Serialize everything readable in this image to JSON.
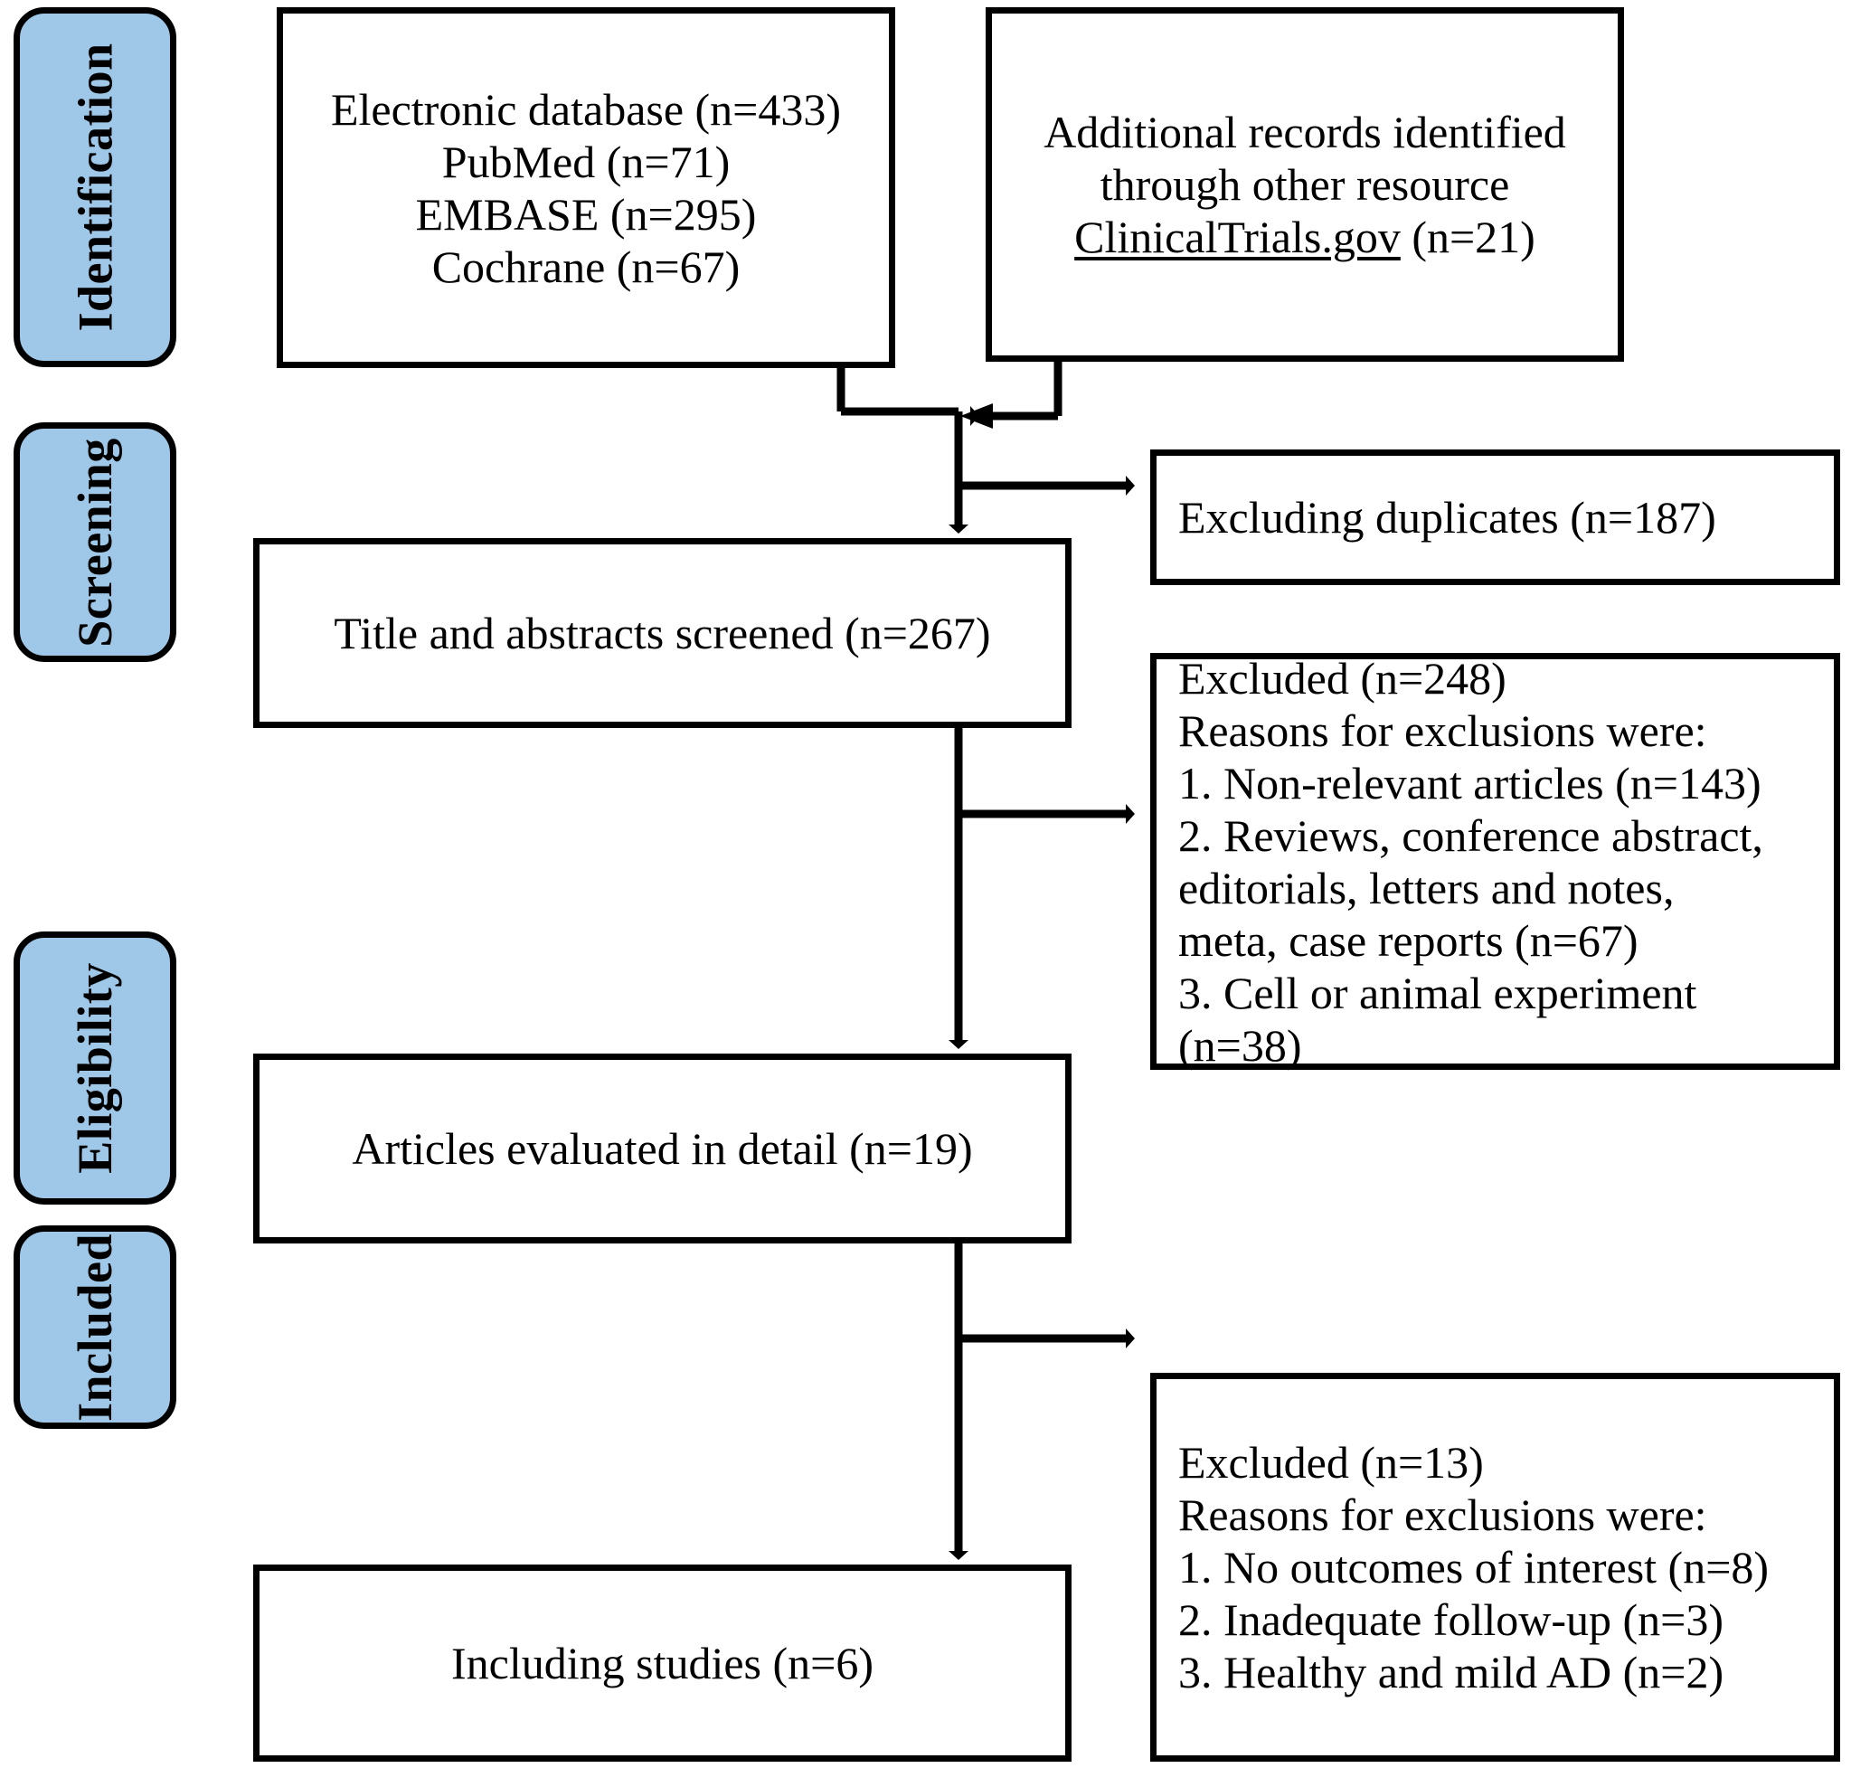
{
  "diagram": {
    "title": "PRISMA study selection flow diagram",
    "accent_color": "#9EC7E8",
    "line_color": "#000000",
    "background": "#FFFFFF"
  },
  "stages": [
    {
      "id": "identification",
      "label": "Identification"
    },
    {
      "id": "screening",
      "label": "Screening"
    },
    {
      "id": "eligibility",
      "label": "Eligibility"
    },
    {
      "id": "included",
      "label": "Included"
    }
  ],
  "boxes": {
    "records_identified": {
      "lines": [
        "Electronic database (n=433)",
        "PubMed (n=71)",
        "EMBASE (n=295)",
        "Cochrane (n=67)"
      ]
    },
    "additional_records": {
      "line1": "Additional records identified",
      "line2": "through other resource",
      "line3_underlined": "ClinicalTrials.gov",
      "line3_rest": " (n=21)"
    },
    "excluding_duplicates": {
      "text": "Excluding duplicates (n=187)"
    },
    "screened": {
      "text": "Title and abstracts screened (n=267)"
    },
    "excluded_screening": {
      "lines": [
        "Excluded (n=248)",
        "Reasons for exclusions were:",
        "1. Non-relevant articles (n=143)",
        "2. Reviews, conference abstract,",
        "editorials, letters and notes,",
        "meta, case reports (n=67)",
        "3. Cell or animal experiment",
        "(n=38)"
      ]
    },
    "evaluated": {
      "text": "Articles evaluated in detail (n=19)"
    },
    "excluded_eligibility": {
      "lines": [
        "Excluded (n=13)",
        "Reasons for exclusions were:",
        "1. No outcomes of interest (n=8)",
        "2. Inadequate follow-up (n=3)",
        "3. Healthy and mild AD (n=2)"
      ]
    },
    "included_studies": {
      "text": "Including studies (n=6)"
    }
  },
  "chart_data": {
    "type": "diagram",
    "title": "PRISMA study selection flow diagram",
    "nodes": [
      {
        "id": "records_identified",
        "stage": "Identification",
        "label": "Electronic database (n=433); PubMed (n=71); EMBASE (n=295); Cochrane (n=67)",
        "n": 433
      },
      {
        "id": "additional_records",
        "stage": "Identification",
        "label": "Additional records identified through other resource ClinicalTrials.gov (n=21)",
        "n": 21
      },
      {
        "id": "excluding_duplicates",
        "stage": "Screening",
        "label": "Excluding duplicates (n=187)",
        "n": 187
      },
      {
        "id": "screened",
        "stage": "Screening",
        "label": "Title and abstracts screened (n=267)",
        "n": 267
      },
      {
        "id": "excluded_screening",
        "stage": "Screening",
        "label": "Excluded (n=248)",
        "n": 248
      },
      {
        "id": "evaluated",
        "stage": "Eligibility",
        "label": "Articles evaluated in detail (n=19)",
        "n": 19
      },
      {
        "id": "excluded_eligibility",
        "stage": "Eligibility",
        "label": "Excluded (n=13)",
        "n": 13
      },
      {
        "id": "included_studies",
        "stage": "Included",
        "label": "Including studies (n=6)",
        "n": 6
      }
    ],
    "edges": [
      {
        "from": "records_identified",
        "to": "screened"
      },
      {
        "from": "additional_records",
        "to": "screened"
      },
      {
        "from": "records_identified",
        "to": "excluding_duplicates"
      },
      {
        "from": "screened",
        "to": "evaluated"
      },
      {
        "from": "screened",
        "to": "excluded_screening"
      },
      {
        "from": "evaluated",
        "to": "included_studies"
      },
      {
        "from": "evaluated",
        "to": "excluded_eligibility"
      }
    ],
    "breakdown": {
      "databases": [
        {
          "name": "PubMed",
          "n": 71
        },
        {
          "name": "EMBASE",
          "n": 295
        },
        {
          "name": "Cochrane",
          "n": 67
        }
      ],
      "screening_exclusion_reasons": [
        {
          "reason": "Non-relevant articles",
          "n": 143
        },
        {
          "reason": "Reviews, conference abstract, editorials, letters and notes, meta, case reports",
          "n": 67
        },
        {
          "reason": "Cell or animal experiment",
          "n": 38
        }
      ],
      "eligibility_exclusion_reasons": [
        {
          "reason": "No outcomes of interest",
          "n": 8
        },
        {
          "reason": "Inadequate follow-up",
          "n": 3
        },
        {
          "reason": "Healthy and mild AD",
          "n": 2
        }
      ]
    }
  }
}
